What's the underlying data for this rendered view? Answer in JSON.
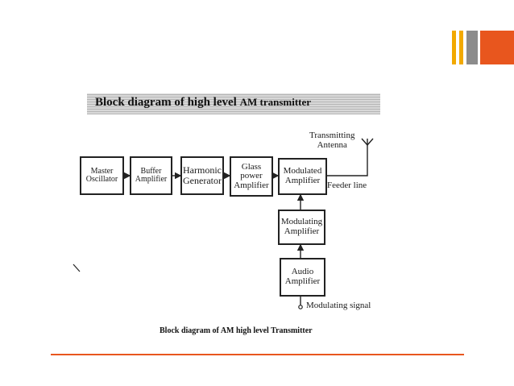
{
  "diagram": {
    "title_main": "Block diagram of high level",
    "title_tail": "AM transmitter",
    "caption": "Block diagram of AM high level Transmitter",
    "blocks": {
      "master_oscillator": "Master\nOscillator",
      "buffer_amplifier": "Buffer\nAmplifier",
      "harmonic_generator": "Harmonic\nGenerator",
      "class_c_power_amplifier": "Glass\npower\nAmplifier",
      "modulated_amplifier": "Modulated\nAmplifier",
      "modulating_amplifier": "Modulating\nAmplifier",
      "audio_amplifier": "Audio\nAmplifier"
    },
    "labels": {
      "transmitting_antenna": "Transmitting\nAntenna",
      "feeder_line": "Feeder line",
      "modulating_signal": "Modulating signal"
    }
  },
  "colors": {
    "accent_orange": "#e8561e",
    "accent_yellow": "#f2a900",
    "accent_gray": "#8c8c8c"
  }
}
